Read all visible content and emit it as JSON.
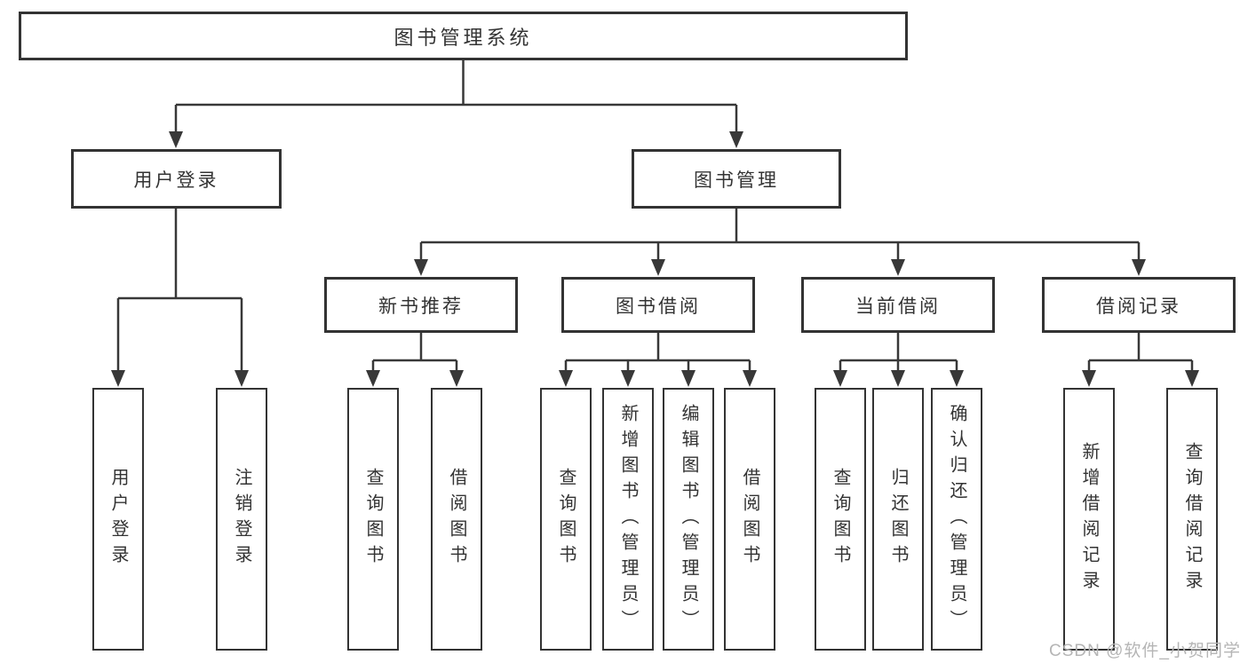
{
  "title": "图书管理系统功能结构图",
  "colors": {
    "line": "#383838",
    "border": "#333333",
    "text": "#333333",
    "watermark": "#b5b5b5",
    "background": "#ffffff"
  },
  "tree": {
    "root": {
      "label": "图书管理系统",
      "children": [
        {
          "label": "用户登录",
          "children": [
            {
              "label": "用户登录"
            },
            {
              "label": "注销登录"
            }
          ]
        },
        {
          "label": "图书管理",
          "children": [
            {
              "label": "新书推荐",
              "children": [
                {
                  "label": "查询图书"
                },
                {
                  "label": "借阅图书"
                }
              ]
            },
            {
              "label": "图书借阅",
              "children": [
                {
                  "label": "查询图书"
                },
                {
                  "label": "新增图书（管理员）"
                },
                {
                  "label": "编辑图书（管理员）"
                },
                {
                  "label": "借阅图书"
                }
              ]
            },
            {
              "label": "当前借阅",
              "children": [
                {
                  "label": "查询图书"
                },
                {
                  "label": "归还图书"
                },
                {
                  "label": "确认归还（管理员）"
                }
              ]
            },
            {
              "label": "借阅记录",
              "children": [
                {
                  "label": "新增借阅记录"
                },
                {
                  "label": "查询借阅记录"
                }
              ]
            }
          ]
        }
      ]
    }
  },
  "watermark": {
    "text": "CSDN @软件_小贺同学"
  }
}
